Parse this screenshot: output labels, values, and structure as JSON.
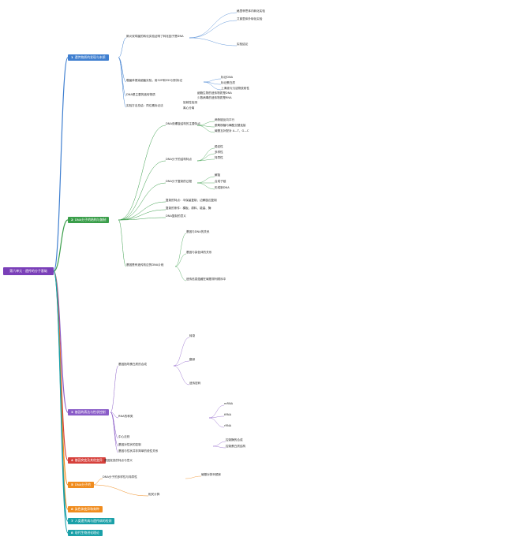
{
  "root": {
    "label": "第六单元 · 遗传的分子基础"
  },
  "colors": {
    "root": "#7a3fb8",
    "line_blue": "#3f7fd0",
    "line_green": "#3a9e4a",
    "line_purple": "#8a5cc8",
    "line_red": "#d6403b",
    "line_orange": "#f08c1e",
    "line_teal": "#1aa0a8"
  },
  "branches": [
    {
      "number": "1",
      "label": "遗传物质的发现与本质",
      "color": "#3f7fd0"
    },
    {
      "number": "2",
      "label": "DNA分子的结构与复制",
      "color": "#3a9e4a"
    },
    {
      "number": "3",
      "label": "基因的表达与性状控制",
      "color": "#8a5cc8"
    },
    {
      "number": "4",
      "label": "基因突变及其他变异",
      "color": "#d6403b"
    },
    {
      "number": "5",
      "label": "DNA分子的",
      "color": "#f08c1e"
    },
    {
      "number": "6",
      "label": "染色体变异和育种",
      "color": "#f08c1e"
    },
    {
      "number": "7",
      "label": "人类遗传病与遗传病的检测",
      "color": "#1aa0a8"
    },
    {
      "number": "8",
      "label": "现代生物进化理论",
      "color": "#1aa0a8"
    }
  ],
  "b1": {
    "n1": "肺炎双球菌的转化实验证明了转化因子是DNA",
    "n1a": "格里菲思体内转化实验",
    "n1b": "艾弗里体外转化实验",
    "n1c": "实验结论",
    "n2": "噬菌体侵染细菌实验，用32P和35S分别标记",
    "n2a": "标记DNA",
    "n2b": "标记蛋白质",
    "n2c": "上清液与沉淀物放射性",
    "n3": "DNA是主要的遗传物质",
    "n3a": "细胞生物的遗传物质是DNA",
    "n3b": "少数病毒的遗传物质是RNA",
    "n4": "实验方法总结：同位素标记法",
    "n4a": "放射性检测",
    "n4b": "离心分离"
  },
  "b2": {
    "n1": "DNA双螺旋结构的主要特点",
    "n1a": "两条链反向平行",
    "n1b": "脱氧核糖与磷酸交替连接",
    "n1c": "碱基互补配对 A—T、G—C",
    "n2": "DNA分子的结构特点",
    "n2a": "稳定性",
    "n2b": "多样性",
    "n2c": "特异性",
    "n3": "DNA分子复制的过程",
    "n3a": "解旋",
    "n3b": "合成子链",
    "n3c": "形成新DNA",
    "n4": "复制的特点：半保留复制、边解旋边复制",
    "n5": "复制的条件：模板、原料、能量、酶",
    "n6": "DNA复制的意义",
    "n7": "基因是有遗传效应的DNA片段",
    "n7a": "基因与DNA的关系",
    "n7b": "基因与染色体的关系",
    "n7c": "遗传信息蕴藏在碱基排列顺序中"
  },
  "b3": {
    "n1": "基因指导蛋白质的合成",
    "n1a": "转录",
    "n1b": "翻译",
    "n1c": "遗传密码",
    "n2": "RNA的种类",
    "n2a": "mRNA",
    "n2b": "tRNA",
    "n2c": "rRNA",
    "n3": "中心法则",
    "n4": "基因对性状的控制",
    "n4a": "控制酶的合成",
    "n4b": "控制蛋白质结构",
    "n5": "基因与性状并非简单的线性关系"
  },
  "b4": {
    "n1": "基因突变的特点与意义"
  },
  "b5": {
    "n1": "DNA分子的多样性与特异性",
    "n1a": "碱基对排列顺序",
    "n2": "相关计算"
  }
}
